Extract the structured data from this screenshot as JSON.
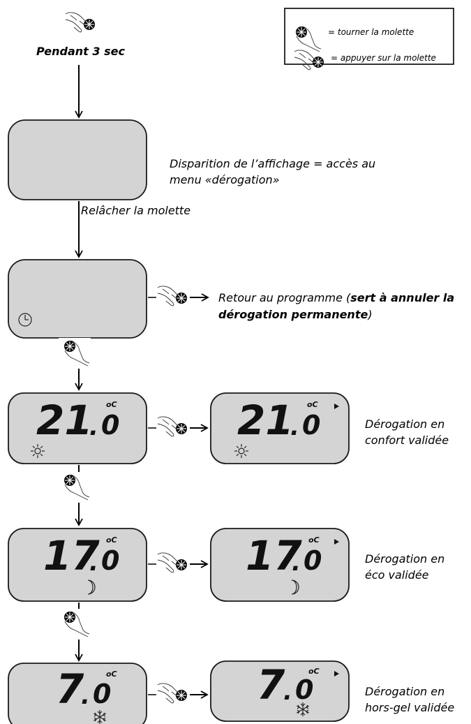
{
  "top": {
    "hold_label": "Pendant 3 sec"
  },
  "legend": {
    "turn_text": "= tourner la molette",
    "press_text": "= appuyer sur la molette"
  },
  "step_blank": {
    "line1": "Disparition de l’affichage = accès au",
    "line2": "menu «dérogation»",
    "release_label": "Relâcher la molette"
  },
  "step_program": {
    "text1": "Retour au programme (",
    "text1_bold": "sert à annuler la",
    "text2_bold": "dérogation permanente",
    "text2": ")"
  },
  "modes": [
    {
      "temp_int": "21",
      "temp_dec": "0",
      "unit": "oC",
      "mode_icon": "sun-icon",
      "label_line1": "Dérogation en",
      "label_line2": "confort validée"
    },
    {
      "temp_int": "17",
      "temp_dec": "0",
      "unit": "oC",
      "mode_icon": "moon-icon",
      "label_line1": "Dérogation en",
      "label_line2": "éco validée"
    },
    {
      "temp_int": "7",
      "temp_dec": "0",
      "unit": "oC",
      "mode_icon": "snowflake-icon",
      "label_line1": "Dérogation en",
      "label_line2": "hors-gel validée"
    }
  ],
  "colors": {
    "lcd_fill": "#d4d4d4",
    "outline": "#1a1a1a"
  }
}
